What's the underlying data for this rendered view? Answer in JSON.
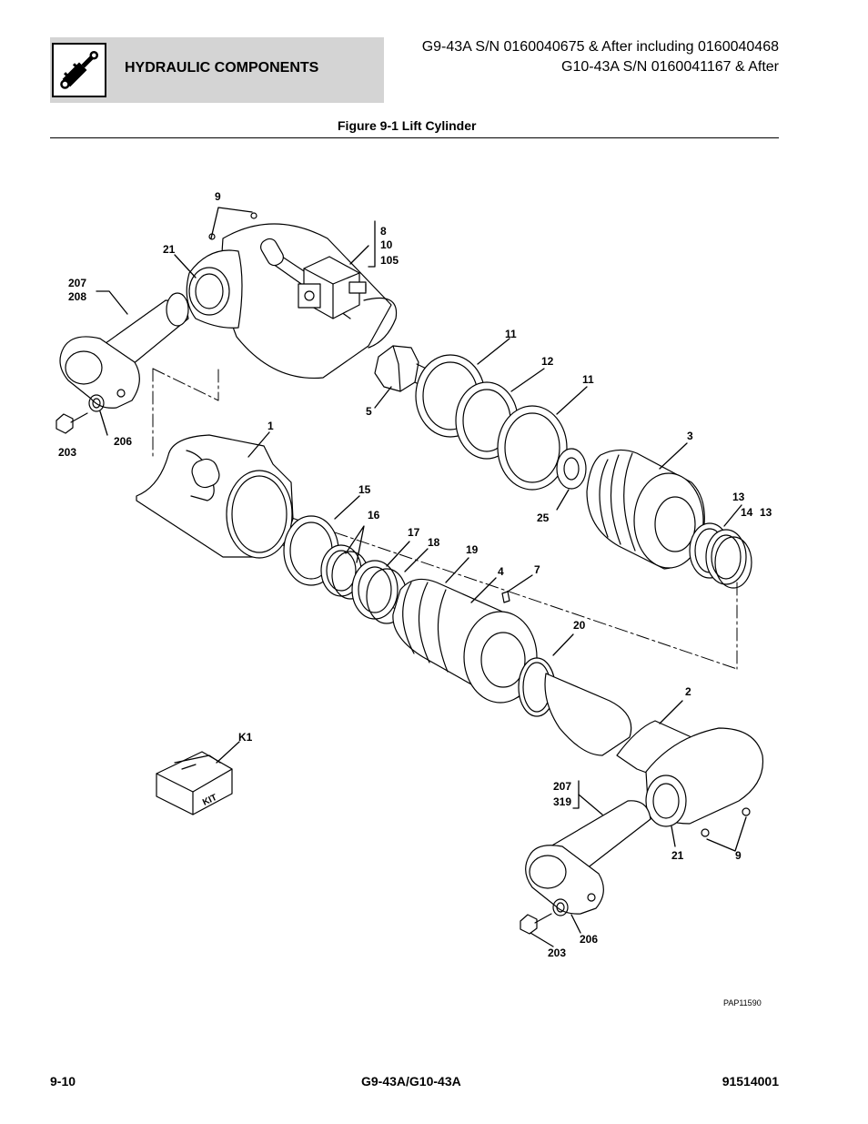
{
  "header": {
    "section_title": "HYDRAULIC COMPONENTS",
    "serial_line_1": "G9-43A S/N 0160040675 & After including 0160040468",
    "serial_line_2": "G10-43A S/N 0160041167 & After",
    "section_icon": "hydraulic-cylinder-icon"
  },
  "figure": {
    "title": "Figure 9-1 Lift Cylinder",
    "drawing_id": "PAP11590",
    "kit_label": "KIT",
    "callouts": {
      "c9_top": "9",
      "c21_top": "21",
      "c8": "8",
      "c10": "10",
      "c105": "105",
      "c207_top": "207",
      "c208": "208",
      "c11_a": "11",
      "c12": "12",
      "c11_b": "11",
      "c5": "5",
      "c1": "1",
      "c206_top": "206",
      "c203_top": "203",
      "c3": "3",
      "c15": "15",
      "c16": "16",
      "c13_a": "13",
      "c14": "14",
      "c13_b": "13",
      "c25": "25",
      "c17": "17",
      "c18": "18",
      "c19": "19",
      "c4": "4",
      "c7": "7",
      "c20": "20",
      "c2": "2",
      "cK1": "K1",
      "c207_bottom": "207",
      "c319": "319",
      "c21_bottom": "21",
      "c9_bottom": "9",
      "c206_bottom": "206",
      "c203_bottom": "203"
    }
  },
  "footer": {
    "page_number": "9-10",
    "model": "G9-43A/G10-43A",
    "manual_number": "91514001"
  }
}
